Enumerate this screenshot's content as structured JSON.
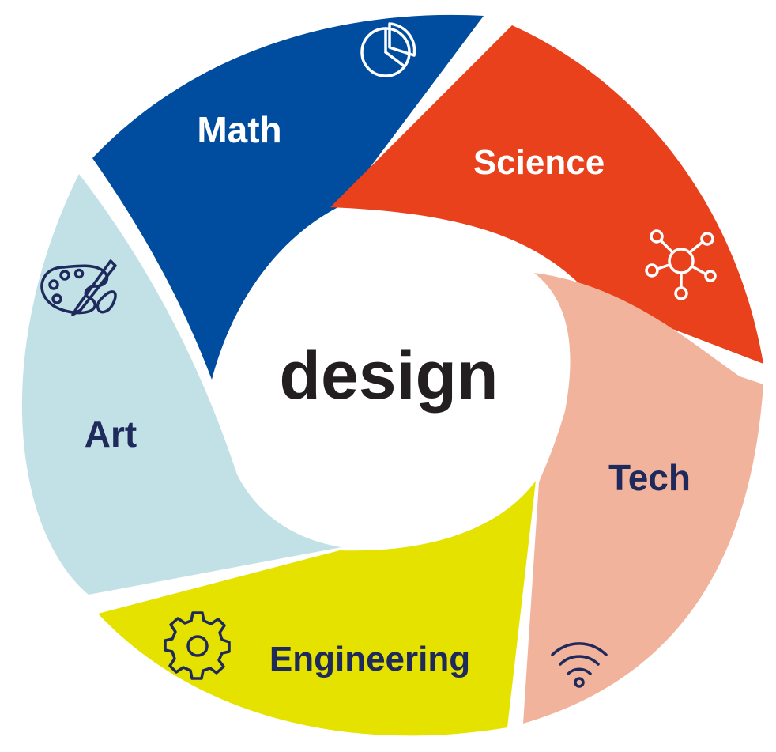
{
  "diagram": {
    "center": {
      "label": "design",
      "color": "#231f20"
    },
    "segments": [
      {
        "key": "math",
        "label": "Math",
        "fill": "#004c9e",
        "text_color": "#ffffff",
        "icon": "pie-chart-icon",
        "icon_color": "#ffffff"
      },
      {
        "key": "science",
        "label": "Science",
        "fill": "#e8411c",
        "text_color": "#ffffff",
        "icon": "molecule-icon",
        "icon_color": "#ffffff"
      },
      {
        "key": "tech",
        "label": "Tech",
        "fill": "#f2b39c",
        "text_color": "#1f2a5c",
        "icon": "wifi-icon",
        "icon_color": "#1f2a5c"
      },
      {
        "key": "engineering",
        "label": "Engineering",
        "fill": "#e6e200",
        "text_color": "#1f2a5c",
        "icon": "gear-icon",
        "icon_color": "#1f2a5c"
      },
      {
        "key": "art",
        "label": "Art",
        "fill": "#c2e1e7",
        "text_color": "#1f2a5c",
        "icon": "palette-icon",
        "icon_color": "#1f2a5c"
      }
    ]
  }
}
